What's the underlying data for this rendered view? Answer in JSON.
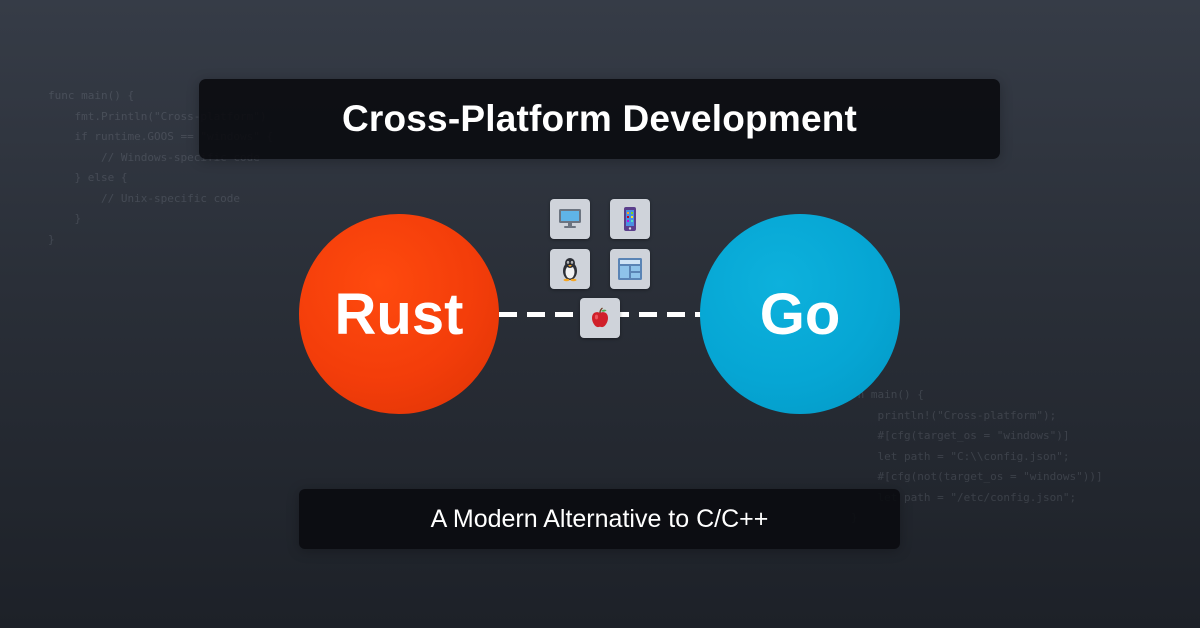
{
  "header": {
    "title": "Cross-Platform Development"
  },
  "languages": {
    "left": "Rust",
    "right": "Go"
  },
  "subtitle": "A Modern Alternative to C/C++",
  "background_code": {
    "go": [
      "func main() {",
      "    fmt.Println(\"Cross-platform\")",
      "    if runtime.GOOS == \"windows\" {",
      "        // Windows-specific code",
      "    } else {",
      "        // Unix-specific code",
      "    }",
      "}"
    ],
    "rust": [
      "fn main() {",
      "    println!(\"Cross-platform\");",
      "    #[cfg(target_os = \"windows\")]",
      "    let path = \"C:\\\\config.json\";",
      "    #[cfg(not(target_os = \"windows\"))]",
      "    let path = \"/etc/config.json\";",
      "}"
    ]
  },
  "platform_icons": [
    "desktop-icon",
    "mobile-phone-icon",
    "penguin-icon",
    "window-grid-icon",
    "apple-icon"
  ],
  "colors": {
    "rust": "#f33d0a",
    "go": "#06a6d4",
    "banner_background": "#0a0b0f",
    "text": "#ffffff"
  }
}
